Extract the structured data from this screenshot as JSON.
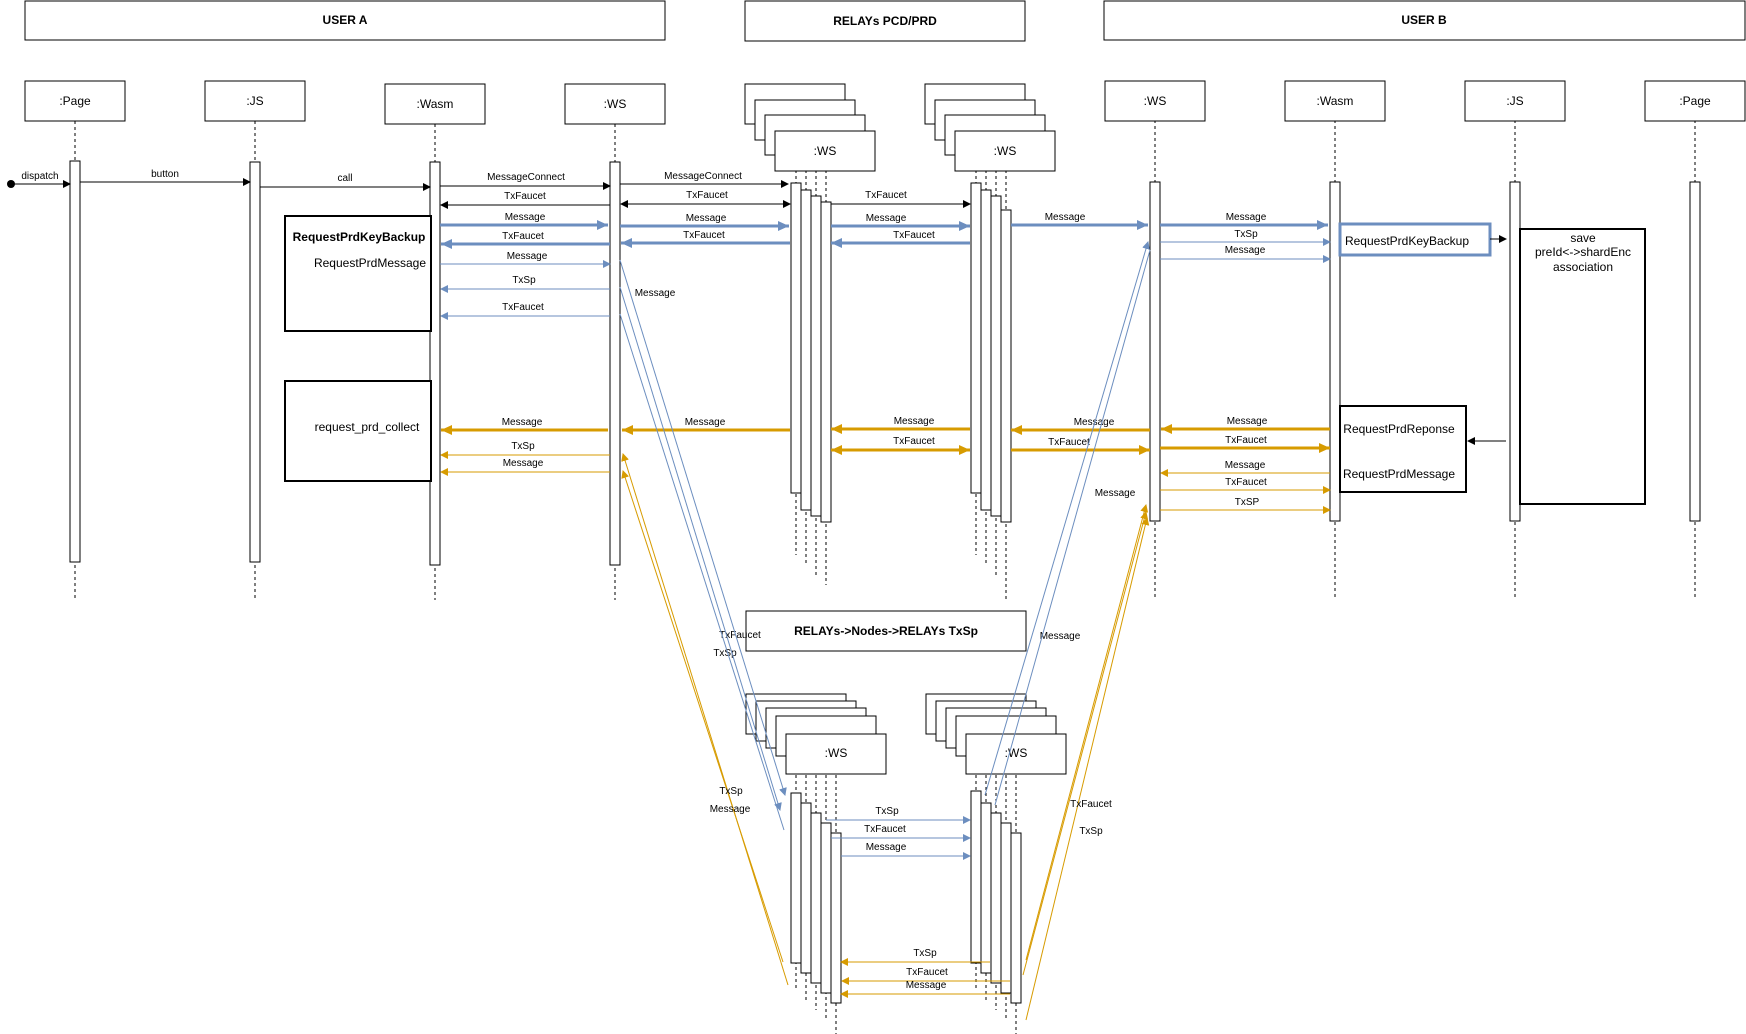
{
  "colors": {
    "black": "#000000",
    "blue": "#6c8ebf",
    "orange": "#d79b00",
    "background": "#ffffff"
  },
  "groups": {
    "user_a": "USER A",
    "relays": "RELAYs PCD/PRD",
    "user_b": "USER B",
    "nodes": "RELAYs->Nodes->RELAYs TxSp"
  },
  "lifelines": {
    "a_page": ":Page",
    "a_js": ":JS",
    "a_wasm": ":Wasm",
    "a_ws": ":WS",
    "r1_ws": ":WS",
    "r2_ws": ":WS",
    "b_ws": ":WS",
    "b_wasm": ":Wasm",
    "b_js": ":JS",
    "b_page": ":Page",
    "n1_ws": ":WS",
    "n2_ws": ":WS"
  },
  "boxes": {
    "request_prd_key_backup": "RequestPrdKeyBackup",
    "request_prd_message": "RequestPrdMessage",
    "request_prd_collect": "request_prd_collect",
    "b_request_prd_key_backup": "RequestPrdKeyBackup",
    "save_line1": "save",
    "save_line2": "preId<->shardEnc",
    "save_line3": "association",
    "b_request_prd_response": "RequestPrdReponse",
    "b_request_prd_message": "RequestPrdMessage"
  },
  "messages": {
    "dispatch": "dispatch",
    "button": "button",
    "call": "call",
    "msg_connect_1": "MessageConnect",
    "msg_connect_2": "MessageConnect",
    "txfaucet_a1": "TxFaucet",
    "txfaucet_r1": "TxFaucet",
    "txfaucet_r2": "TxFaucet",
    "message_a1": "Message",
    "message_r1": "Message",
    "message_r2": "Message",
    "message_b1": "Message",
    "txfaucet_a2": "TxFaucet",
    "txfaucet_r3": "TxFaucet",
    "txfaucet_r4": "TxFaucet",
    "message_a2": "Message",
    "txsp_a1": "TxSp",
    "txfaucet_a3": "TxFaucet",
    "message_out1": "Message",
    "message_b2": "Message",
    "txsp_b1": "TxSp",
    "message_b3": "Message",
    "message_a3": "Message",
    "message_r3": "Message",
    "message_r4": "Message",
    "message_b4": "Message",
    "message_b5": "Message",
    "txfaucet_r5": "TxFaucet",
    "txfaucet_r6": "TxFaucet",
    "txfaucet_b5": "TxFaucet",
    "txsp_a2": "TxSp",
    "message_a4": "Message",
    "message_b6": "Message",
    "txfaucet_b6": "TxFaucet",
    "txsp_b2": "TxSP",
    "message_b7": "Message",
    "txfaucet_n1": "TxFaucet",
    "txsp_n1": "TxSp",
    "message_n1": "Message",
    "txsp_n2": "TxSp",
    "message_n2": "Message",
    "txsp_n3": "TxSp",
    "txfaucet_n3": "TxFaucet",
    "message_n3": "Message",
    "txsp_n4": "TxSp",
    "txfaucet_n4": "TxFaucet",
    "message_n4": "Message",
    "txfaucet_n5": "TxFaucet",
    "txsp_n5": "TxSp"
  }
}
